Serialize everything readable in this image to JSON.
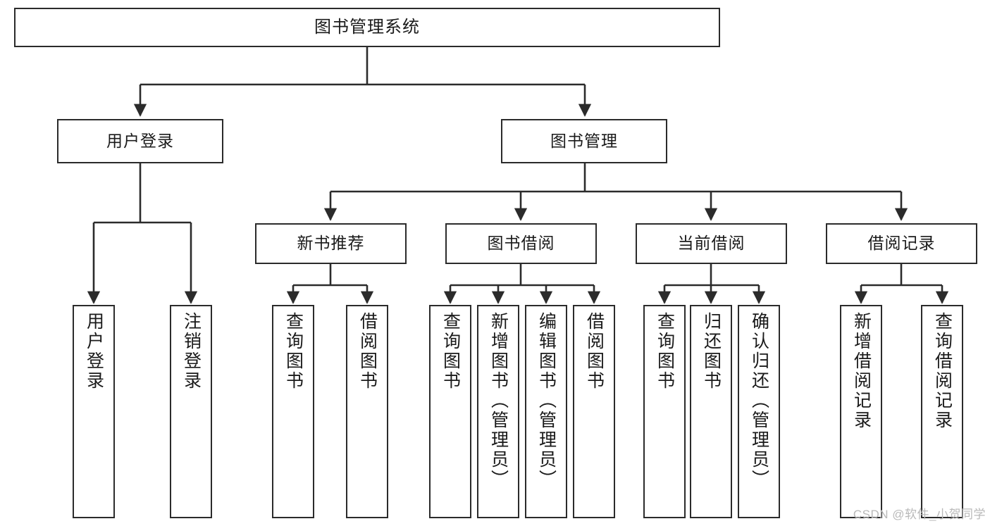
{
  "diagram": {
    "type": "tree",
    "title": "图书管理系统",
    "watermark": "CSDN @软件_小贺同学",
    "colors": {
      "box_border": "#2b2b2b",
      "box_fill": "#ffffff",
      "connector": "#2b2b2b",
      "text": "#1a1a1a",
      "watermark": "#b9b9b9"
    },
    "nodes": {
      "root": {
        "label": "图书管理系统"
      },
      "level2": [
        {
          "id": "user-login",
          "label": "用户登录"
        },
        {
          "id": "book-manage",
          "label": "图书管理"
        }
      ],
      "level3": [
        {
          "id": "new-book-recommend",
          "label": "新书推荐"
        },
        {
          "id": "book-borrow",
          "label": "图书借阅"
        },
        {
          "id": "current-borrow",
          "label": "当前借阅"
        },
        {
          "id": "borrow-record",
          "label": "借阅记录"
        }
      ],
      "leaves": {
        "user-login": [
          {
            "id": "leaf-user-login",
            "label": "用户登录"
          },
          {
            "id": "leaf-logout-login",
            "label": "注销登录"
          }
        ],
        "new-book-recommend": [
          {
            "id": "leaf-query-book-1",
            "label": "查询图书"
          },
          {
            "id": "leaf-borrow-book-1",
            "label": "借阅图书"
          }
        ],
        "book-borrow": [
          {
            "id": "leaf-query-book-2",
            "label": "查询图书"
          },
          {
            "id": "leaf-add-book",
            "label": "新增图书（管理员）"
          },
          {
            "id": "leaf-edit-book",
            "label": "编辑图书（管理员）"
          },
          {
            "id": "leaf-borrow-book-2",
            "label": "借阅图书"
          }
        ],
        "current-borrow": [
          {
            "id": "leaf-query-book-3",
            "label": "查询图书"
          },
          {
            "id": "leaf-return-book",
            "label": "归还图书"
          },
          {
            "id": "leaf-confirm-return",
            "label": "确认归还（管理员）"
          }
        ],
        "borrow-record": [
          {
            "id": "leaf-add-record",
            "label": "新增借阅记录"
          },
          {
            "id": "leaf-query-record",
            "label": "查询借阅记录"
          }
        ]
      }
    }
  }
}
